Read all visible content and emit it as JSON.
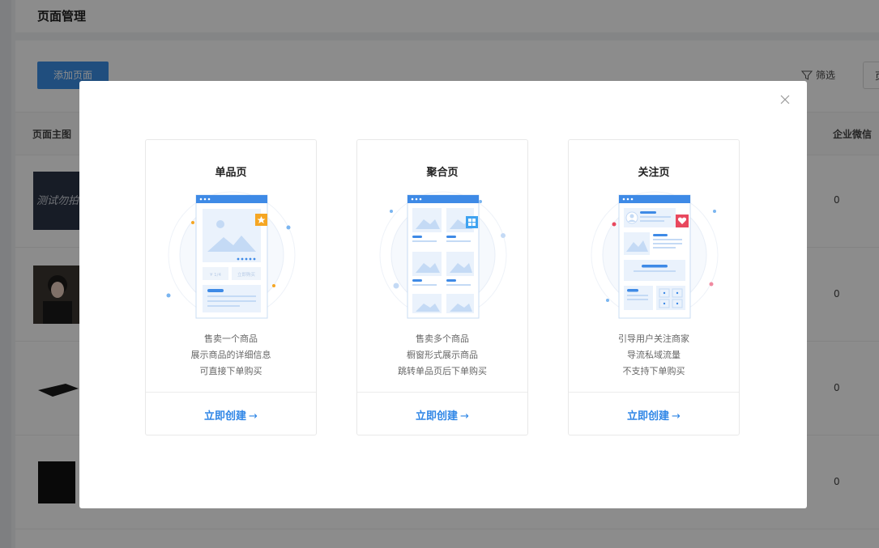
{
  "background": {
    "title": "页面管理",
    "add_button": "添加页面",
    "filter_label": "筛选",
    "edge_box_text": "页",
    "col_image": "页面主图",
    "col_wechat": "企业微信",
    "thumb_text": "测试勿拍",
    "rows": [
      {
        "value": "0"
      },
      {
        "value": "0"
      },
      {
        "value": "0"
      },
      {
        "value": "0"
      }
    ]
  },
  "modal": {
    "cards": [
      {
        "title": "单品页",
        "lines": [
          "售卖一个商品",
          "展示商品的详细信息",
          "可直接下单购买"
        ],
        "cta": "立即创建",
        "price_text": "¥ 1/4",
        "buy_text": "立即购买"
      },
      {
        "title": "聚合页",
        "lines": [
          "售卖多个商品",
          "橱窗形式展示商品",
          "跳转单品页后下单购买"
        ],
        "cta": "立即创建"
      },
      {
        "title": "关注页",
        "lines": [
          "引导用户关注商家",
          "导流私域流量",
          "不支持下单购买"
        ],
        "cta": "立即创建"
      }
    ],
    "arrow": "→"
  },
  "colors": {
    "accent": "#2f86e6",
    "button": "#3b8fe6",
    "badge_orange": "#f5a623",
    "badge_blue": "#3ea2f0",
    "badge_red": "#e8485e"
  }
}
